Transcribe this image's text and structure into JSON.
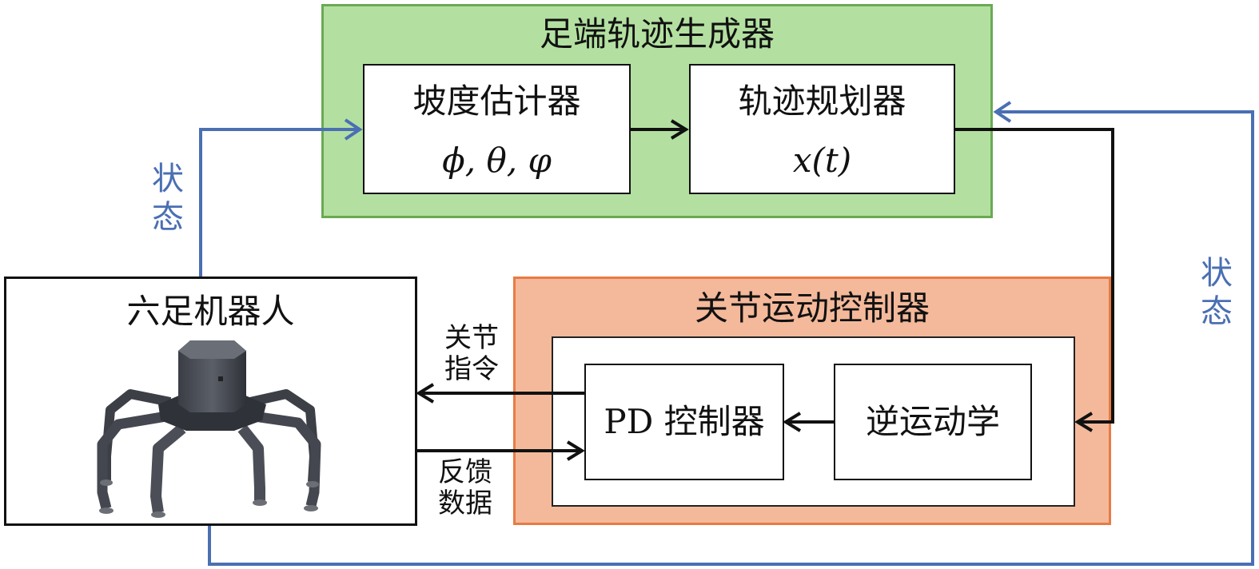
{
  "diagram": {
    "foot_trajectory_generator": {
      "title": "足端轨迹生成器",
      "slope_estimator": {
        "label": "坡度估计器",
        "formula": "ϕ, θ, φ"
      },
      "trajectory_planner": {
        "label": "轨迹规划器",
        "formula": "x(t)"
      }
    },
    "joint_motion_controller": {
      "title": "关节运动控制器",
      "pd_controller": {
        "label": "PD 控制器"
      },
      "inverse_kinematics": {
        "label": "逆运动学"
      }
    },
    "hexapod_robot": {
      "title": "六足机器人"
    },
    "labels": {
      "state_left_line1": "状",
      "state_left_line2": "态",
      "state_right_line1": "状",
      "state_right_line2": "态",
      "joint_command_line1": "关节",
      "joint_command_line2": "指令",
      "feedback_data_line1": "反馈",
      "feedback_data_line2": "数据"
    },
    "colors": {
      "generator_fill": "#b3e0a1",
      "generator_border": "#6aaa52",
      "controller_fill": "#f4b99a",
      "controller_border": "#e87b45",
      "state_line": "#4a6fb3",
      "signal_line": "#111111"
    }
  }
}
